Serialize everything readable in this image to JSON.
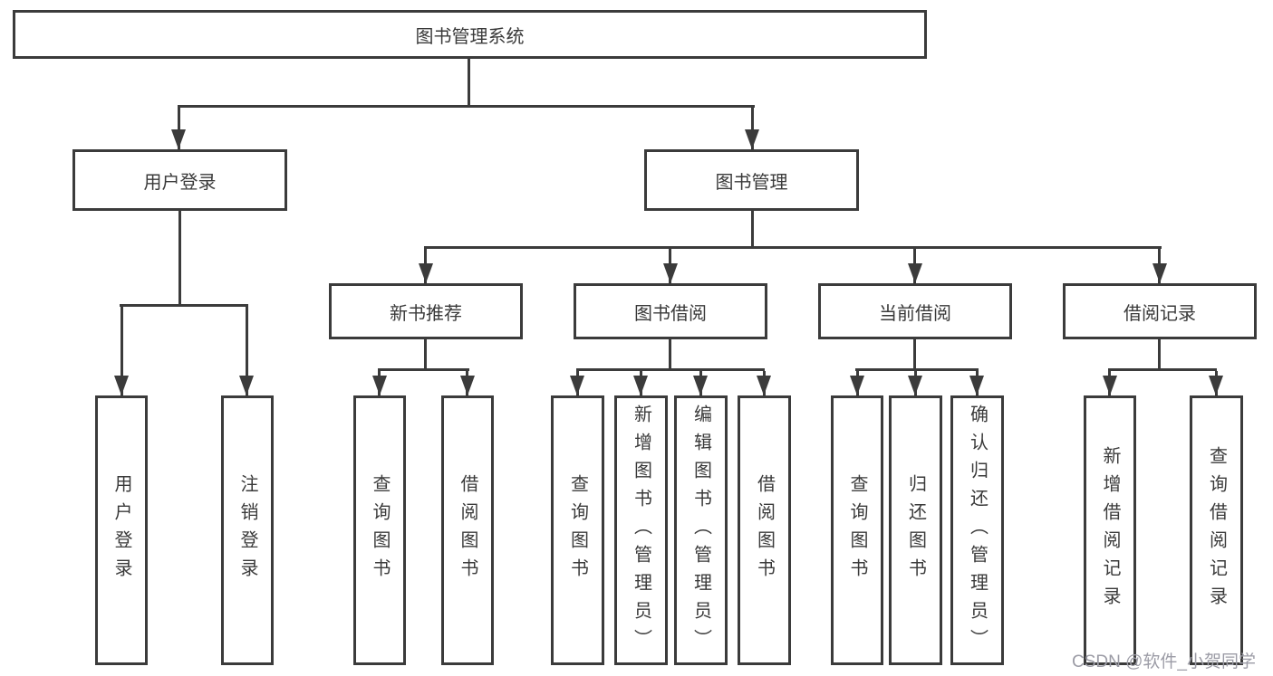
{
  "tree": {
    "label": "图书管理系统",
    "children": [
      {
        "label": "用户登录",
        "children": [
          {
            "label": "用户登录"
          },
          {
            "label": "注销登录"
          }
        ]
      },
      {
        "label": "图书管理",
        "children": [
          {
            "label": "新书推荐",
            "children": [
              {
                "label": "查询图书"
              },
              {
                "label": "借阅图书"
              }
            ]
          },
          {
            "label": "图书借阅",
            "children": [
              {
                "label": "查询图书"
              },
              {
                "label": "新增图书（管理员）"
              },
              {
                "label": "编辑图书（管理员）"
              },
              {
                "label": "借阅图书"
              }
            ]
          },
          {
            "label": "当前借阅",
            "children": [
              {
                "label": "查询图书"
              },
              {
                "label": "归还图书"
              },
              {
                "label": "确认归还（管理员）"
              }
            ]
          },
          {
            "label": "借阅记录",
            "children": [
              {
                "label": "新增借阅记录"
              },
              {
                "label": "查询借阅记录"
              }
            ]
          }
        ]
      }
    ]
  },
  "watermark": {
    "text": "CSDN @软件_小贺同学"
  },
  "colors": {
    "line": "#3b3b3b",
    "text": "#3a3a3a",
    "watermark": "#9c9ca6",
    "background": "#ffffff"
  }
}
